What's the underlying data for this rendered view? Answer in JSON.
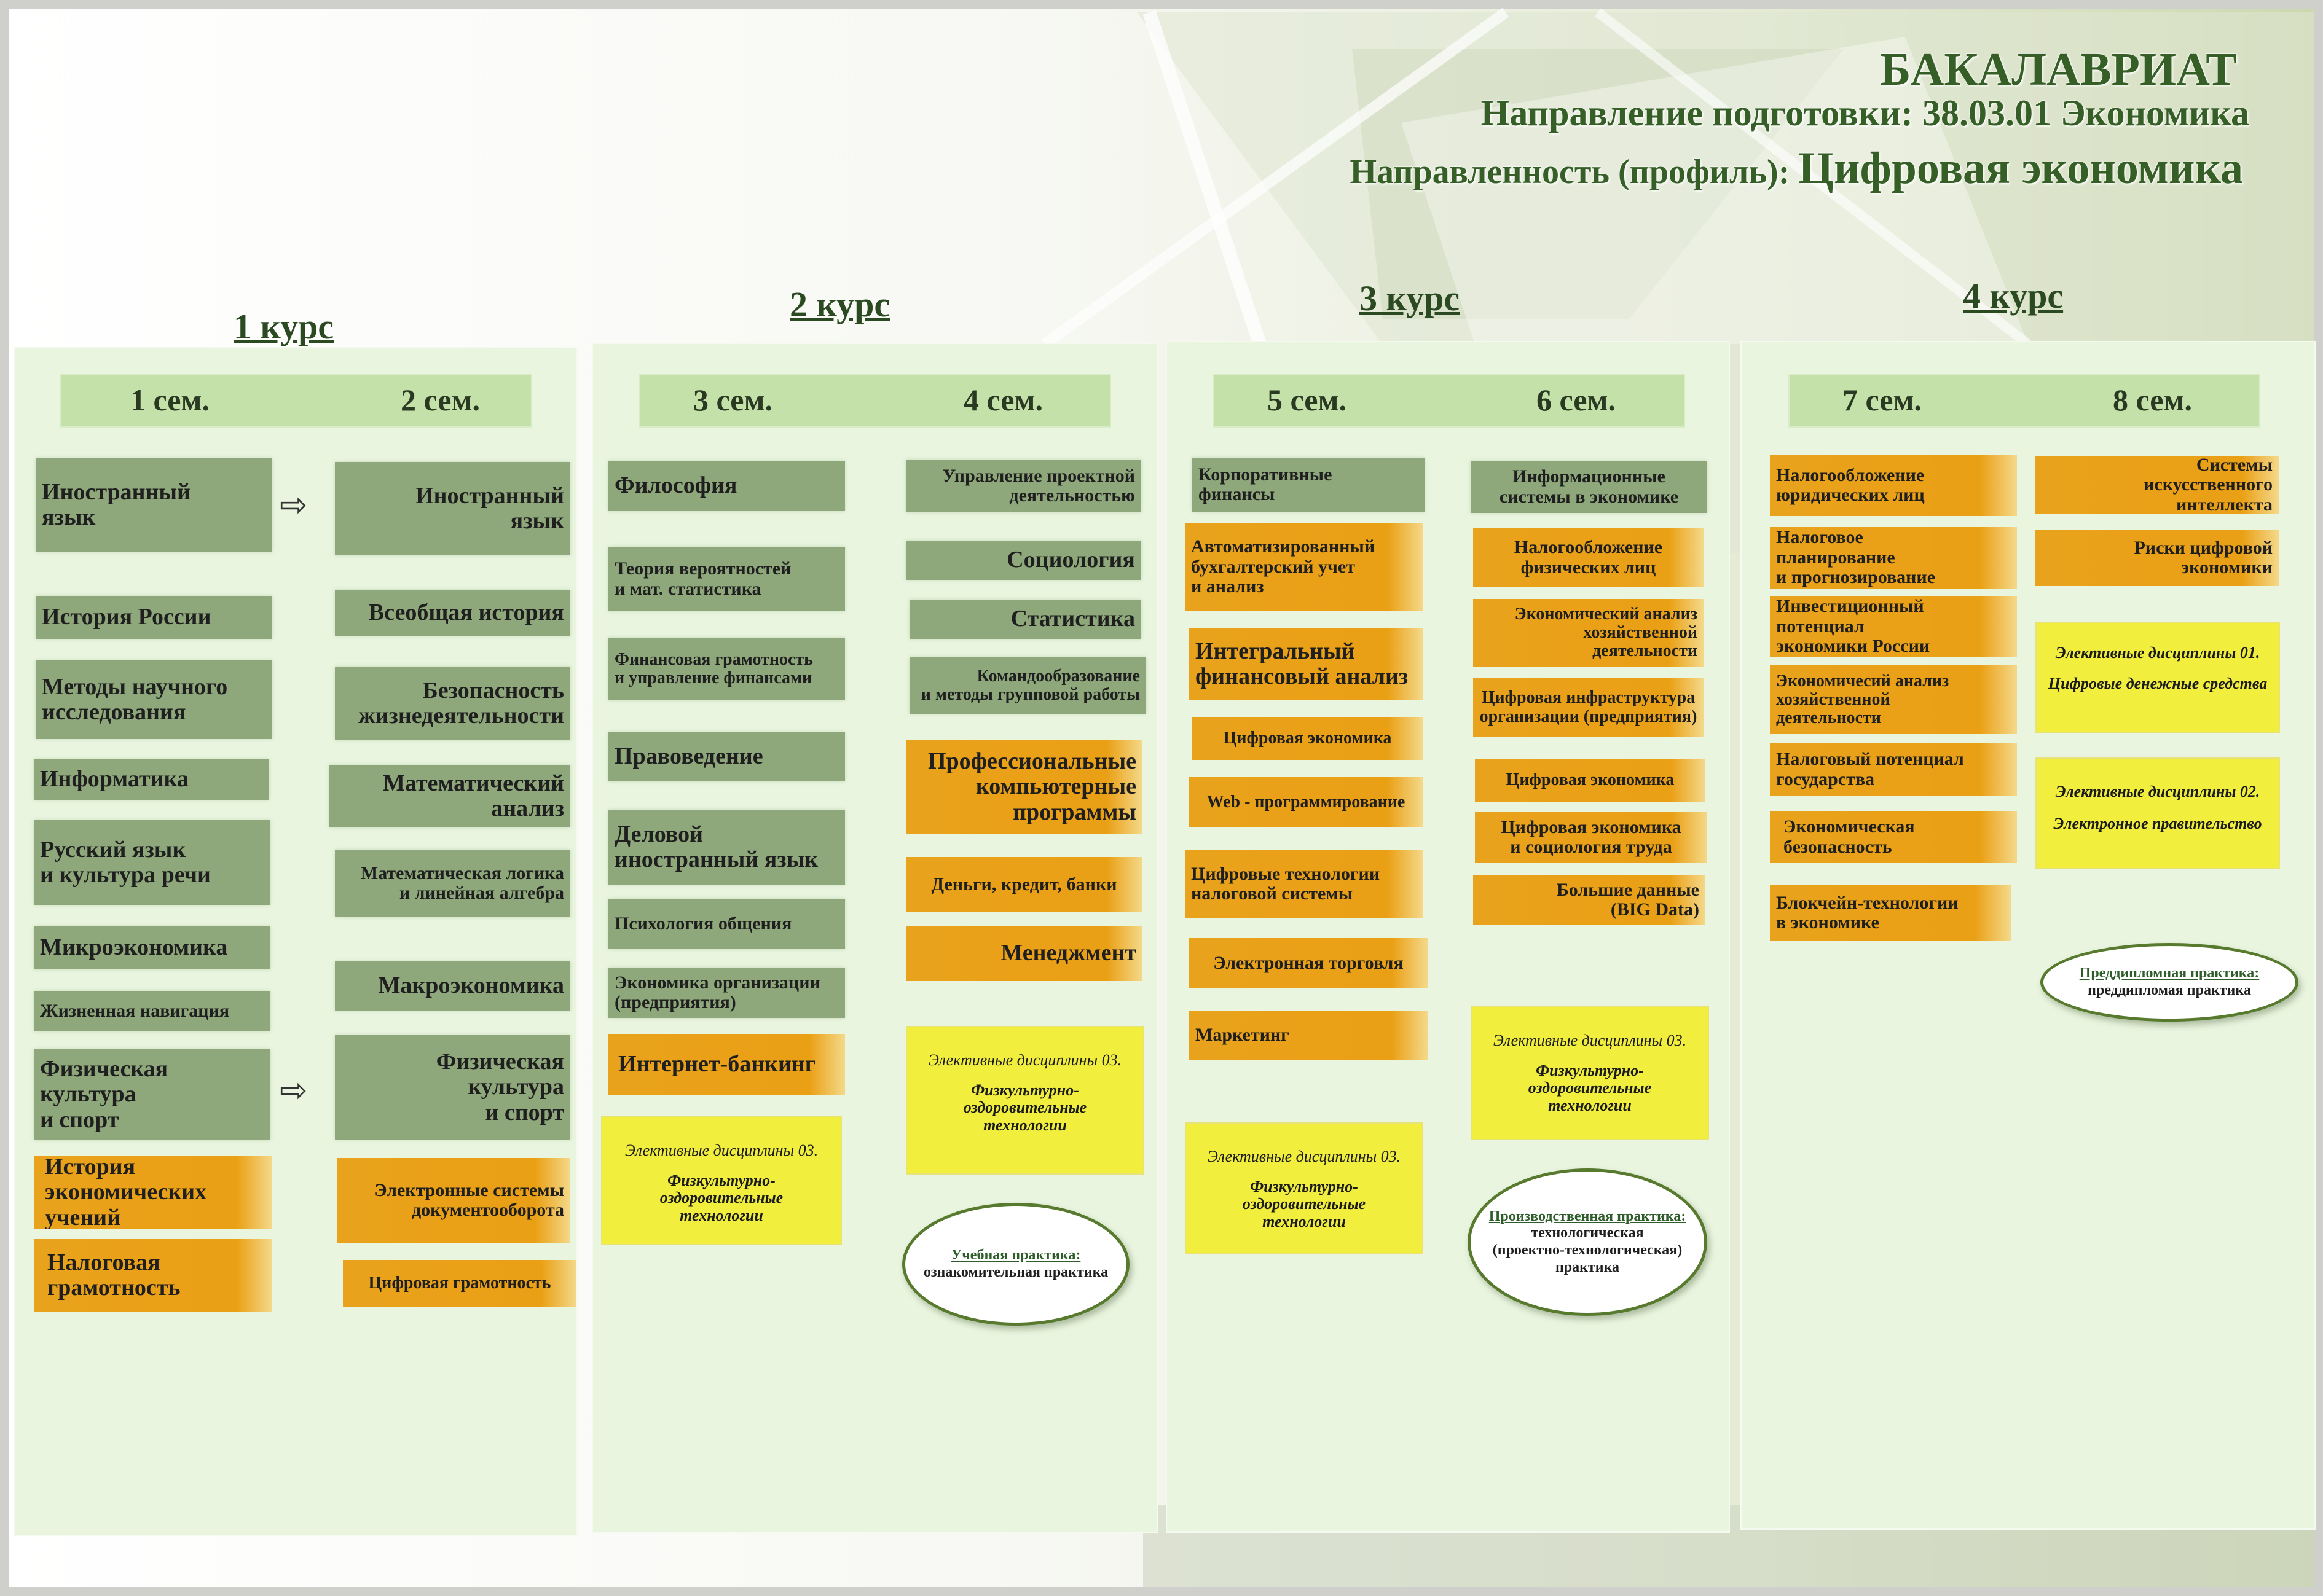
{
  "header": {
    "title": "БАКАЛАВРИАТ",
    "direction": "Направление подготовки: 38.03.01 Экономика",
    "profile_prefix": "Направленность (профиль): ",
    "profile_name": "Цифровая экономика"
  },
  "courses": {
    "c1": {
      "title": "1 курс",
      "sem_a": "1 сем.",
      "sem_b": "2 сем."
    },
    "c2": {
      "title": "2 курс",
      "sem_a": "3 сем.",
      "sem_b": "4 сем."
    },
    "c3": {
      "title": "3 курс",
      "sem_a": "5 сем.",
      "sem_b": "6 сем."
    },
    "c4": {
      "title": "4 курс",
      "sem_a": "7 сем.",
      "sem_b": "8 сем."
    }
  },
  "sem1": {
    "foreign_1": "Иностранный",
    "foreign_2": "язык",
    "history_russia": "История России",
    "methods_1": "Методы научного",
    "methods_2": "исследования",
    "informatics": "Информатика",
    "russian_1": "Русский язык",
    "russian_2": "и культура речи",
    "microeconomics": "Микроэкономика",
    "life_nav": "Жизненная навигация",
    "pe_1": "Физическая культура",
    "pe_2": "и спорт",
    "hist_econ_1": "История",
    "hist_econ_2": "экономических",
    "hist_econ_3": "учений",
    "tax_lit_1": "Налоговая",
    "tax_lit_2": "грамотность"
  },
  "sem2": {
    "foreign_1": "Иностранный",
    "foreign_2": "язык",
    "world_history": "Всеобщая история",
    "safety_1": "Безопасность",
    "safety_2": "жизнедеятельности",
    "math_an_1": "Математический",
    "math_an_2": "анализ",
    "logic_1": "Математическая логика",
    "logic_2": "и линейная алгебра",
    "macro": "Макроэкономика",
    "pe_1": "Физическая культура",
    "pe_2": "и спорт",
    "edoc_1": "Электронные системы",
    "edoc_2": "документооборота",
    "digital_lit": "Цифровая грамотность"
  },
  "sem3": {
    "philosophy": "Философия",
    "prob_1": "Теория вероятностей",
    "prob_2": "и мат. статистика",
    "finlit_1": "Финансовая грамотность",
    "finlit_2": "и управление финансами",
    "law": "Правоведение",
    "bus_lang_1": "Деловой",
    "bus_lang_2": "иностранный язык",
    "psych": "Психология общения",
    "org_econ_1": "Экономика организации",
    "org_econ_2": "(предприятия)",
    "ibank": "Интернет-банкинг",
    "elective": {
      "head": "Элективные дисциплины 03.",
      "body_1": "Физкультурно-",
      "body_2": "оздоровительные",
      "body_3": "технологии"
    }
  },
  "sem4": {
    "pm_1": "Управление проектной",
    "pm_2": "деятельностью",
    "sociology": "Социология",
    "statistics": "Статистика",
    "team_1": "Командообразование",
    "team_2": "и методы групповой работы",
    "prof_1": "Профессиональные",
    "prof_2": "компьютерные",
    "prof_3": "программы",
    "money": "Деньги, кредит, банки",
    "management": "Менеджмент",
    "elective": {
      "head": "Элективные дисциплины 03.",
      "body_1": "Физкультурно-",
      "body_2": "оздоровительные",
      "body_3": "технологии"
    },
    "practice": {
      "head": "Учебная практика:",
      "body": "ознакомительная практика"
    }
  },
  "sem5": {
    "corp_1": "Корпоративные",
    "corp_2": "финансы",
    "auto_1": "Автоматизированный",
    "auto_2": "бухгалтерский учет",
    "auto_3": "и анализ",
    "integ_1": "Интегральный",
    "integ_2": "финансовый анализ",
    "digecon": "Цифровая экономика",
    "web": "Web - программирование",
    "digtax_1": "Цифровые технологии",
    "digtax_2": "налоговой системы",
    "etrade": "Электронная торговля",
    "marketing": "Маркетинг",
    "elective": {
      "head": "Элективные дисциплины 03.",
      "body_1": "Физкультурно-",
      "body_2": "оздоровительные",
      "body_3": "технологии"
    }
  },
  "sem6": {
    "is_1": "Информационные",
    "is_2": "системы в экономике",
    "taxphys_1": "Налогообложение",
    "taxphys_2": "физических лиц",
    "eca_1": "Экономический анализ",
    "eca_2": "хозяйственной",
    "eca_3": "деятельности",
    "infra_1": "Цифровая инфраструктура",
    "infra_2": "организации (предприятия)",
    "digecon": "Цифровая экономика",
    "labor_1": "Цифровая экономика",
    "labor_2": "и социология труда",
    "bigdata_1": "Большие данные",
    "bigdata_2": "(BIG Data)",
    "elective": {
      "head": "Элективные дисциплины 03.",
      "body_1": "Физкультурно-",
      "body_2": "оздоровительные",
      "body_3": "технологии"
    },
    "practice": {
      "head": "Производственная практика:",
      "body_1": "технологическая",
      "body_2": "(проектно-технологическая)",
      "body_3": "практика"
    }
  },
  "sem7": {
    "taxjur_1": "Налогообложение",
    "taxjur_2": "юридических лиц",
    "taxplan_1": "Налоговое",
    "taxplan_2": "планирование",
    "taxplan_3": "и прогнозирование",
    "invest_1": "Инвестиционный",
    "invest_2": "потенциал",
    "invest_3": "экономики России",
    "eca_1": "Экономичесий анализ",
    "eca_2": "хозяйственной",
    "eca_3": "деятельности",
    "taxpot_1": "Налоговый потенциал",
    "taxpot_2": "государства",
    "esec_1": "Экономическая",
    "esec_2": "безопасность",
    "block_1": "Блокчейн-технологии",
    "block_2": "в экономике"
  },
  "sem8": {
    "ai_1": "Системы",
    "ai_2": "искусственного",
    "ai_3": "интеллекта",
    "risk_1": "Риски цифровой",
    "risk_2": "экономики",
    "elective1": {
      "head": "Элективные дисциплины 01.",
      "body": "Цифровые денежные средства"
    },
    "elective2": {
      "head": "Элективные дисциплины 02.",
      "body": "Электронное правительство"
    },
    "practice": {
      "head": "Преддипломная практика:",
      "body": "преддипломая практика"
    }
  },
  "colors": {
    "green_box": "#8ea87b",
    "orange_box": "#e9a21c",
    "yellow_box": "#f1ee3e",
    "panel": "#e9f5df",
    "header": "#355f27"
  },
  "icons": {
    "transfer": "arrow-right-icon"
  }
}
